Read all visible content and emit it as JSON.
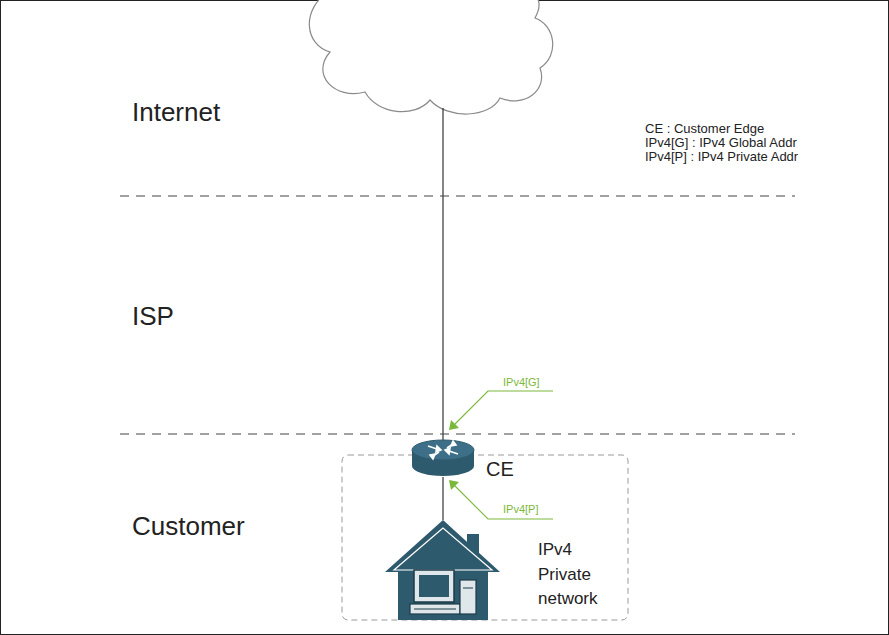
{
  "diagram": {
    "nodes": [
      {
        "text": [
          "CE"
        ]
      },
      {
        "text": [
          "IPv4 Private network"
        ]
      }
    ],
    "edges": [
      {
        "from": 0,
        "to": 1,
        "arrow": "none"
      }
    ],
    "labels": [
      "Internet",
      "ISP",
      "Customer",
      "CE : Customer Edge",
      "IPv4[G] : IPv4 Global Addr",
      "IPv4[P] : IPv4 Private Addr",
      "IPv4[G]",
      "IPv4[P]"
    ]
  }
}
